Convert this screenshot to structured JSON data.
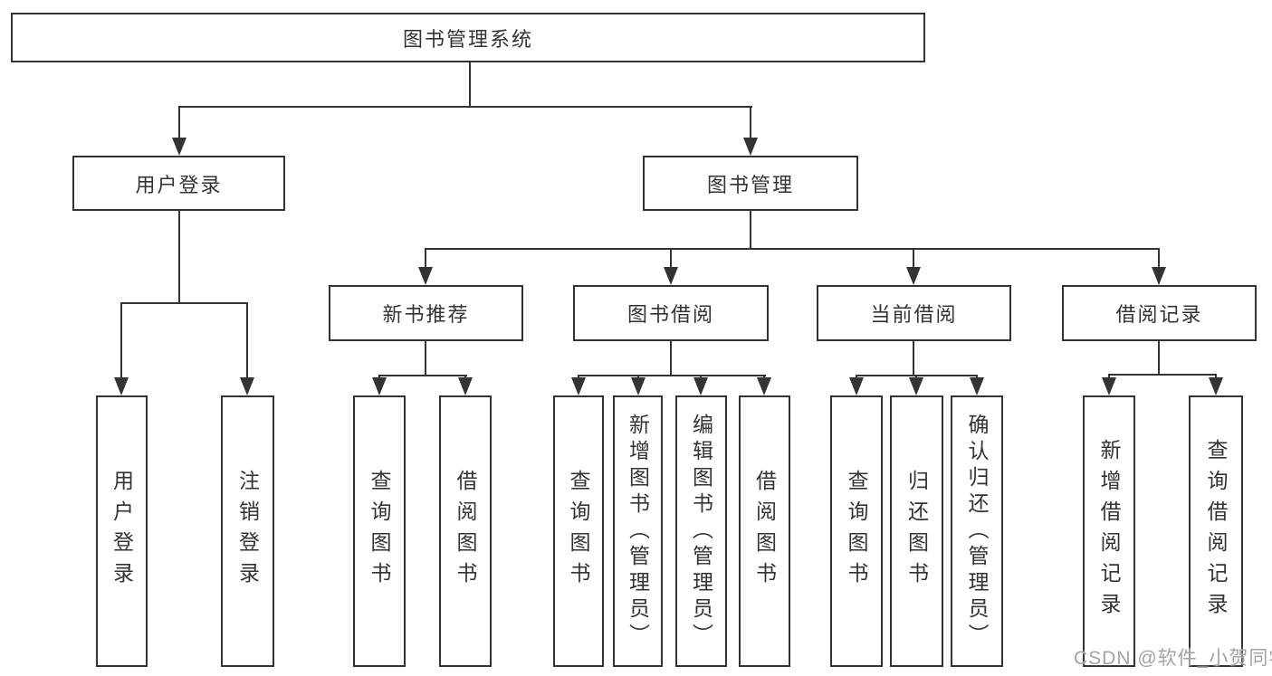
{
  "colors": {
    "line": "#333333",
    "text": "#333333",
    "watermark": "#a3a3a3",
    "background": "#ffffff"
  },
  "diagram": {
    "root": {
      "label": "图书管理系统"
    },
    "children": [
      {
        "label": "用户登录",
        "children": [
          {
            "label": "用户登录"
          },
          {
            "label": "注销登录"
          }
        ]
      },
      {
        "label": "图书管理",
        "children": [
          {
            "label": "新书推荐",
            "children": [
              {
                "label": "查询图书"
              },
              {
                "label": "借阅图书"
              }
            ]
          },
          {
            "label": "图书借阅",
            "children": [
              {
                "label": "查询图书"
              },
              {
                "label": "新增图书（管理员）"
              },
              {
                "label": "编辑图书（管理员）"
              },
              {
                "label": "借阅图书"
              }
            ]
          },
          {
            "label": "当前借阅",
            "children": [
              {
                "label": "查询图书"
              },
              {
                "label": "归还图书"
              },
              {
                "label": "确认归还（管理员）"
              }
            ]
          },
          {
            "label": "借阅记录",
            "children": [
              {
                "label": "新增借阅记录"
              },
              {
                "label": "查询借阅记录"
              }
            ]
          }
        ]
      }
    ]
  },
  "watermark": {
    "text": "CSDN @软件_小贺同学"
  }
}
